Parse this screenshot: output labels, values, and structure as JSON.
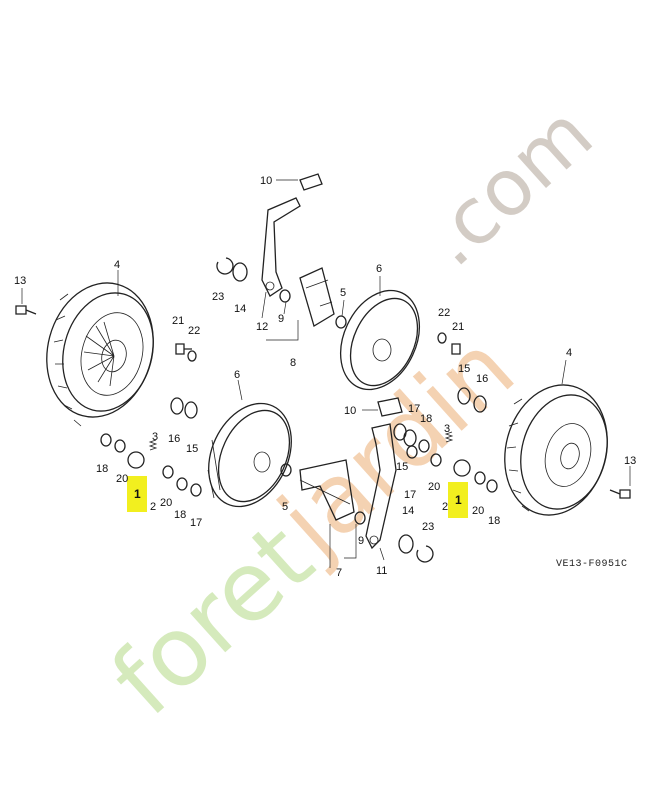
{
  "diagram": {
    "code": "VE13-F0951C",
    "highlight_color": "#f2ef1f",
    "watermark": {
      "text_green": "foret",
      "text_orange": "jardin",
      "text_grey": ".com"
    },
    "labels": {
      "p10a": "10",
      "p10b": "10",
      "p4a": "4",
      "p4b": "4",
      "p13a": "13",
      "p13b": "13",
      "p6a": "6",
      "p6b": "6",
      "p5a": "5",
      "p5b": "5",
      "p23a": "23",
      "p23b": "23",
      "p14a": "14",
      "p14b": "14",
      "p12": "12",
      "p11": "11",
      "p9a": "9",
      "p9b": "9",
      "p8": "8",
      "p7": "7",
      "p21a": "21",
      "p21b": "21",
      "p22a": "22",
      "p22b": "22",
      "p15a": "15",
      "p15b": "15",
      "p15c": "15",
      "p16a": "16",
      "p16b": "16",
      "p3a": "3",
      "p3b": "3",
      "p18a": "18",
      "p18b": "18",
      "p18c": "18",
      "p18d": "18",
      "p17a": "17",
      "p17b": "17",
      "p17c": "17",
      "p20a": "20",
      "p20b": "20",
      "p20c": "20",
      "p20d": "20",
      "p2a": "2",
      "p2b": "2",
      "p1a": "1",
      "p1b": "1"
    }
  }
}
